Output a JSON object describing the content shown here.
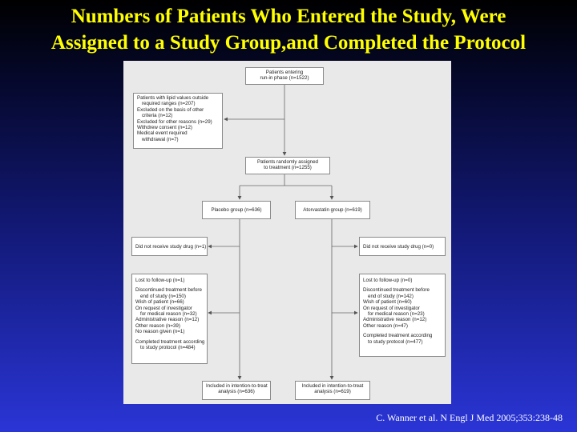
{
  "title": {
    "line1": "Numbers of Patients  Who Entered the Study, Were",
    "line2": "Assigned to a Study Group,and Completed the Protocol"
  },
  "flow": {
    "entering": [
      "Patients entering",
      "run-in phase (n=1522)"
    ],
    "exclusions": [
      "Patients with lipid values outside",
      "required ranges (n=207)",
      "Excluded on the basis of other",
      "criteria (n=12)",
      "Excluded for other reasons (n=29)",
      "Withdrew consent (n=12)",
      "Medical event required",
      "withdrawal (n=7)"
    ],
    "randomized": [
      "Patients randomly assigned",
      "to treatment (n=1255)"
    ],
    "placebo_group": "Placebo group (n=636)",
    "atorva_group": "Atorvastatin group (n=619)",
    "placebo_no_drug": "Did not receive study drug (n=1)",
    "atorva_no_drug": "Did not receive study drug (n=0)",
    "placebo_followup": [
      "Lost to follow-up (n=1)",
      "",
      "Discontinued treatment before",
      "end of study (n=150)",
      "Wish of patient (n=66)",
      "On request of investigator",
      "for medical reason (n=32)",
      "Administrative reason (n=12)",
      "Other reason (n=39)",
      "No reason given (n=1)",
      "",
      "Completed treatment according",
      "to study protocol (n=484)"
    ],
    "atorva_followup": [
      "Lost to follow-up (n=0)",
      "",
      "Discontinued treatment before",
      "end of study (n=142)",
      "Wish of patient (n=60)",
      "On request of investigator",
      "for medical reason (n=23)",
      "Administrative reason (n=12)",
      "Other reason (n=47)",
      "",
      "Completed treatment according",
      "to study protocol (n=477)"
    ],
    "placebo_itt": [
      "Included in intention-to-treat",
      "analysis (n=636)"
    ],
    "atorva_itt": [
      "Included in intention-to-treat",
      "analysis (n=619)"
    ]
  },
  "citation": "C. Wanner et al. N Engl J Med 2005;353:238-48"
}
